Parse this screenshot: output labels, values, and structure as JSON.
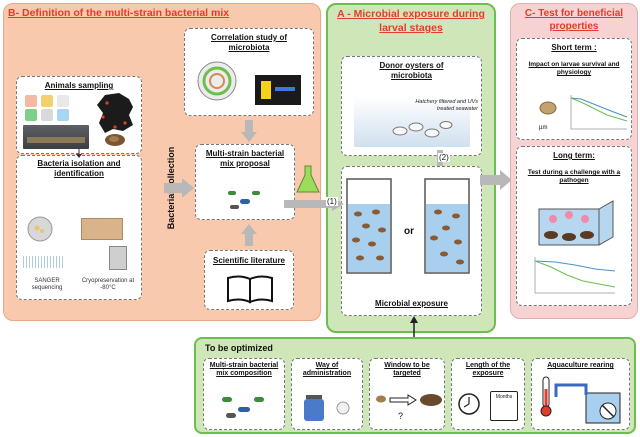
{
  "section_b": {
    "title": "B- Definition of the multi-strain bacterial mix",
    "animals_sampling": "Animals sampling",
    "bacteria_isolation": "Bacteria isolation and identification",
    "sanger": "SANGER sequencing",
    "cryo": "Cryopreservation at -80°C",
    "bacterial_collection": "Bacterial collection",
    "correlation_study": "Correlation study of microbiota",
    "mix_proposal": "Multi-strain bacterial mix proposal",
    "scientific_literature": "Scientific literature"
  },
  "section_a": {
    "title": "A - Microbial exposure during larval stages",
    "donor_oysters": "Donor oysters of microbiota",
    "hatchery_water": "Hatchery filtered and UVs treated seawater",
    "step1": "(1)",
    "step2": "(2)",
    "or": "or",
    "microbial_exposure": "Microbial exposure"
  },
  "section_c": {
    "title": "C- Test for beneficial properties",
    "short_term": "Short term :",
    "impact": "Impact on larvae survival and physiology",
    "um": "µm",
    "long_term": "Long term:",
    "challenge": "Test during a challenge with a pathogen"
  },
  "optimize": {
    "title": "To be optimized",
    "items": [
      {
        "label": "Multi-strain bacterial mix composition"
      },
      {
        "label": "Way of administration"
      },
      {
        "label": "Window to be targeted"
      },
      {
        "label": "Length of the exposure"
      },
      {
        "label": "Aquaculture rearing"
      }
    ],
    "question": "?",
    "months": "Months"
  },
  "colors": {
    "orange": "#f8c9ad",
    "green": "#cfe6b8",
    "pink": "#f6d2d2",
    "red_title": "#e23c2b",
    "green_border": "#6ebd4f",
    "arrow_gray": "#b8b8b8"
  }
}
